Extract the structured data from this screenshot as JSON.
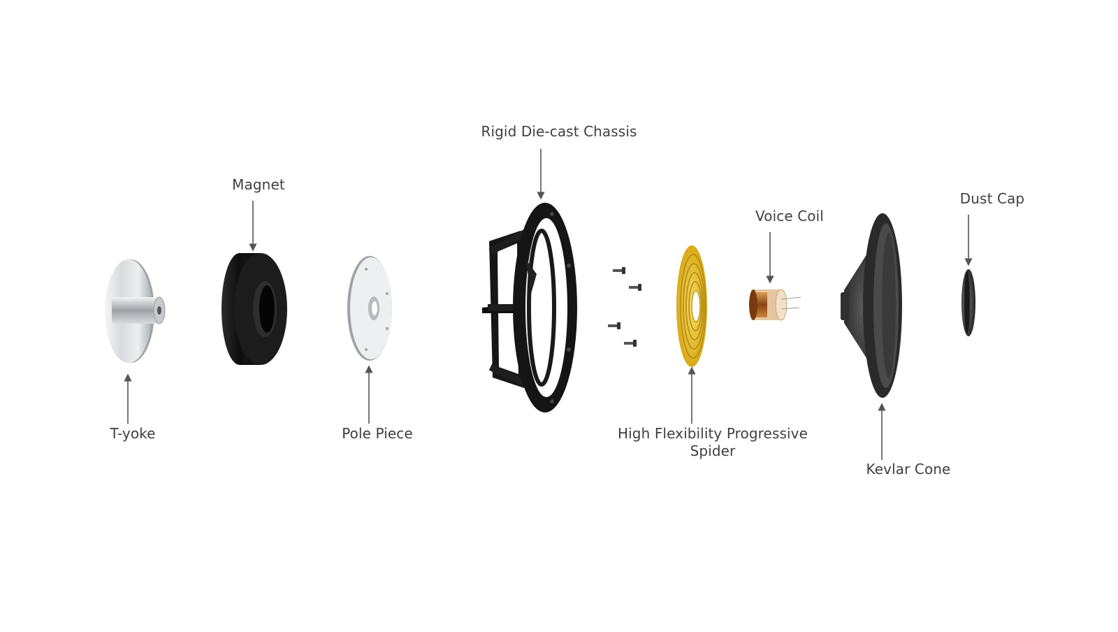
{
  "diagram": {
    "labels": {
      "chassis": "Rigid Die-cast Chassis",
      "magnet": "Magnet",
      "voice_coil": "Voice Coil",
      "dust_cap": "Dust Cap",
      "t_yoke": "T-yoke",
      "pole_piece": "Pole Piece",
      "spider": "High Flexibility Progressive Spider",
      "kevlar_cone": "Kevlar Cone"
    },
    "colors": {
      "label_text": "#3f3f3f",
      "arrow": "#555555",
      "metal": "#c9cbce",
      "magnet": "#1a1a1a",
      "chassis": "#111111",
      "spider": "#e2b820",
      "copper": "#b5651d",
      "cone": "#2a2a2a"
    }
  }
}
